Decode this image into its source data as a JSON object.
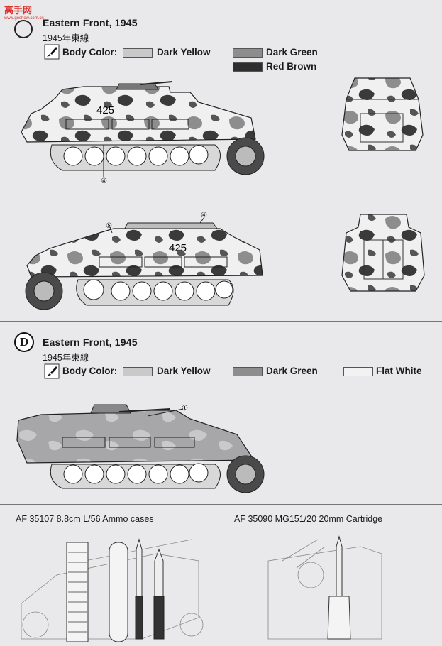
{
  "watermark": {
    "top": "高手网",
    "bottom": "www.goshow.com.cn"
  },
  "section_c": {
    "title": "Eastern Front, 1945",
    "subtitle": "1945年東線",
    "body_color_label": "Body Color:",
    "colors": [
      {
        "name": "Dark Yellow",
        "hex": "#c9c9c9"
      },
      {
        "name": "Dark Green",
        "hex": "#8d8d8d"
      },
      {
        "name": "Red Brown",
        "hex": "#2e2e2e"
      }
    ],
    "side_number_1": "425",
    "side_number_2": "425",
    "callouts": [
      "④",
      "⑤",
      "④"
    ]
  },
  "section_d": {
    "letter": "D",
    "title": "Eastern Front, 1945",
    "subtitle": "1945年東線",
    "body_color_label": "Body Color:",
    "colors": [
      {
        "name": "Dark Yellow",
        "hex": "#c9c9c9"
      },
      {
        "name": "Dark Green",
        "hex": "#8d8d8d"
      },
      {
        "name": "Flat White",
        "hex": "#f2f2f2"
      }
    ],
    "callout": "①"
  },
  "accessories": [
    {
      "label": "AF  35107  8.8cm  L/56  Ammo  cases"
    },
    {
      "label": "AF  35090  MG151/20  20mm  Cartridge"
    }
  ]
}
